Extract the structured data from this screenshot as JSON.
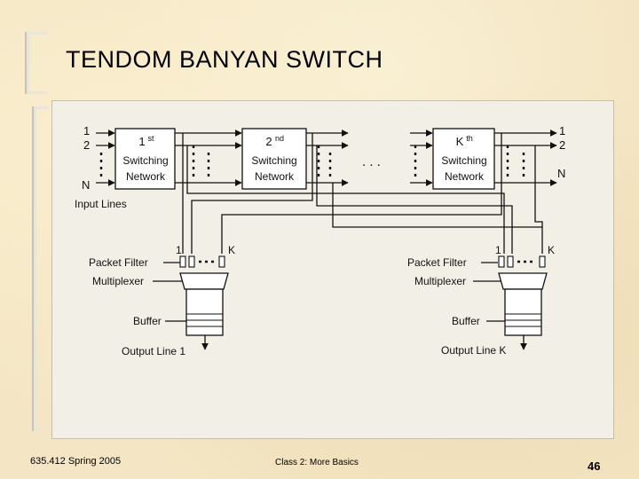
{
  "slide": {
    "title": "TENDOM BANYAN SWITCH",
    "footer_left": "635.412 Spring 2005",
    "footer_center": "Class 2:  More Basics",
    "page_number": "46"
  },
  "diagram": {
    "input_numbers": [
      "1",
      "2",
      "N"
    ],
    "output_numbers": [
      "1",
      "2",
      "N"
    ],
    "input_lines_label": "Input Lines",
    "stage1": {
      "ordinal_num": "1",
      "ordinal_sup": "st",
      "line1": "Switching",
      "line2": "Network"
    },
    "stage2": {
      "ordinal_num": "2",
      "ordinal_sup": "nd",
      "line1": "Switching",
      "line2": "Network"
    },
    "stageK": {
      "ordinal_num": "K",
      "ordinal_sup": "th",
      "line1": "Switching",
      "line2": "Network"
    },
    "ellipsis": ". . .",
    "left_unit": {
      "filter_first": "1",
      "filter_last": "K",
      "packet_filter": "Packet Filter",
      "multiplexer": "Multiplexer",
      "buffer": "Buffer",
      "output_line": "Output Line 1"
    },
    "right_unit": {
      "filter_first": "1",
      "filter_last": "K",
      "packet_filter": "Packet Filter",
      "multiplexer": "Multiplexer",
      "buffer": "Buffer",
      "output_line": "Output Line K"
    }
  }
}
